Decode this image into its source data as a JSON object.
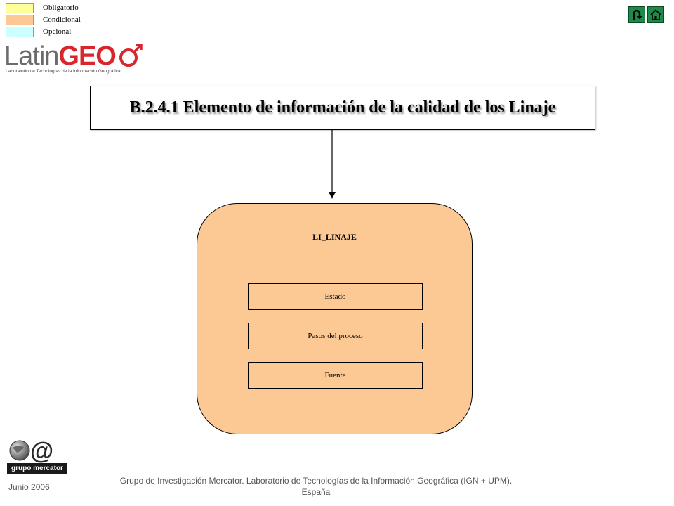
{
  "legend": [
    {
      "label": "Obligatorio",
      "color": "#ffff99"
    },
    {
      "label": "Condicional",
      "color": "#fcc995"
    },
    {
      "label": "Opcional",
      "color": "#ccffff"
    }
  ],
  "nav": {
    "back_icon": "u-turn-arrow-icon",
    "home_icon": "home-icon",
    "color": "#1e8a4a"
  },
  "logo_latingeo": {
    "word_part1": "Latin",
    "word_part2": "GEO",
    "subtitle": "Laboratorio de Tecnologías de la Información Geográfica",
    "accent": "#d8262d"
  },
  "diagram": {
    "title": "B.2.4.1 Elemento de información de  la calidad de  los Linaje",
    "class_name": "LI_LINAJE",
    "class_color": "#fcc995",
    "attributes": [
      {
        "label": "Estado",
        "color": "#fcc995"
      },
      {
        "label": "Pasos del proceso",
        "color": "#fcc995"
      },
      {
        "label": "Fuente",
        "color": "#fcc995"
      }
    ]
  },
  "logo_mercator": {
    "wordmark": "grupo mercator"
  },
  "footer": {
    "date": "Junio 2006",
    "line1": "Grupo de Investigación Mercator. Laboratorio de Tecnologías de la Información Geográfica (IGN + UPM).",
    "line2": "España"
  }
}
